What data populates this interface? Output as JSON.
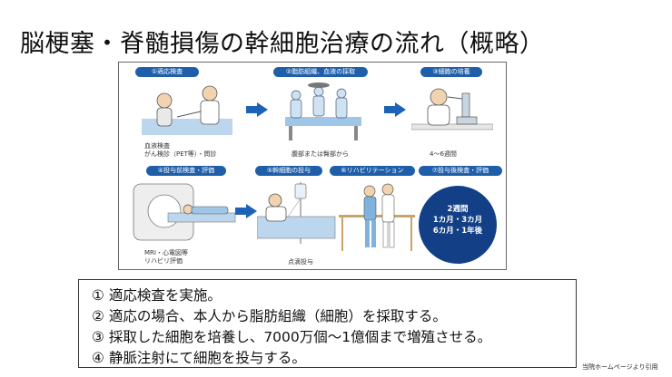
{
  "title": "脳梗塞・脊髄損傷の幹細胞治療の流れ（概略）",
  "figure": {
    "steps": [
      "①適応検査",
      "②脂肪組織、血液の採取",
      "③細胞の培養",
      "④投与前検査・評価",
      "⑤幹細胞の投与",
      "⑥リハビリテーション",
      "⑦投与後検査・評価"
    ],
    "captions": {
      "step1": [
        "血液検査",
        "がん検診（PET等）・問診"
      ],
      "step2": "腹部または臀部から",
      "step3": "4〜6週間",
      "step4": [
        "MRI・心電図等",
        "リハビリ評価"
      ],
      "step5": "点滴投与"
    },
    "circle": [
      "2週間",
      "1カ月・3カ月",
      "6カ月・1年後"
    ],
    "colors": {
      "label_bg": "#1f5faa",
      "arrow": "#1d62b6",
      "circle_bg": "#123f86",
      "bed": "#bcd6ee"
    }
  },
  "list": [
    "①  適応検査を実施。",
    "②  適応の場合、本人から脂肪組織（細胞）を採取する。",
    "③  採取した細胞を培養し、7000万個〜1億個まで増殖させる。",
    "④  静脈注射にて細胞を投与する。"
  ],
  "credit": "当院ホームページより引用"
}
